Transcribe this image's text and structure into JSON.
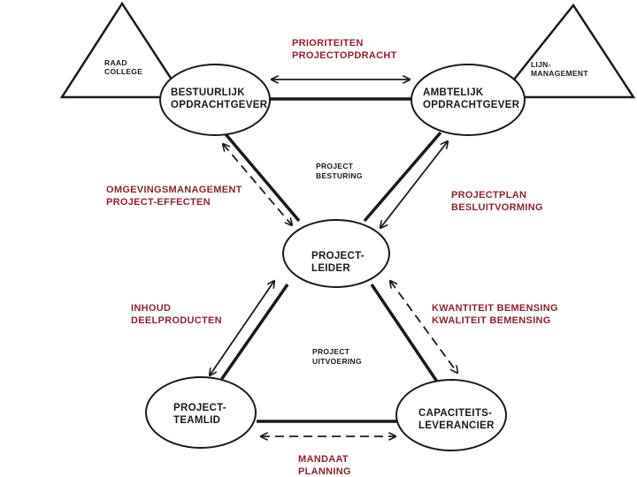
{
  "colors": {
    "ink": "#1a1a1a",
    "flow_label": "#8b2330",
    "background": "#ffffff"
  },
  "groups": {
    "raad_college": [
      "RAAD",
      "COLLEGE"
    ],
    "lijn_management": [
      "LIJN-",
      "MANAGEMENT"
    ]
  },
  "nodes": {
    "bestuurlijk": [
      "BESTUURLIJK",
      "OPDRACHTGEVER"
    ],
    "ambtelijk": [
      "AMBTELIJK",
      "OPDRACHTGEVER"
    ],
    "projectleider": [
      "PROJECT-",
      "LEIDER"
    ],
    "teamlid": [
      "PROJECT-",
      "TEAMLID"
    ],
    "capaciteit": [
      "CAPACITEITS-",
      "LEVERANCIER"
    ]
  },
  "zones": {
    "besturing": [
      "PROJECT",
      "BESTURING"
    ],
    "uitvoering": [
      "PROJECT",
      "UITVOERING"
    ]
  },
  "flows": {
    "top": [
      "PRIORITEITEN",
      "PROJECTOPDRACHT"
    ],
    "left_upper": [
      "OMGEVINGSMANAGEMENT",
      "PROJECT-EFFECTEN"
    ],
    "right_upper": [
      "PROJECTPLAN",
      "BESLUITVORMING"
    ],
    "left_lower": [
      "INHOUD",
      "DEELPRODUCTEN"
    ],
    "right_lower": [
      "KWANTITEIT BEMENSING",
      "KWALITEIT BEMENSING"
    ],
    "bottom": [
      "MANDAAT",
      "PLANNING"
    ]
  }
}
